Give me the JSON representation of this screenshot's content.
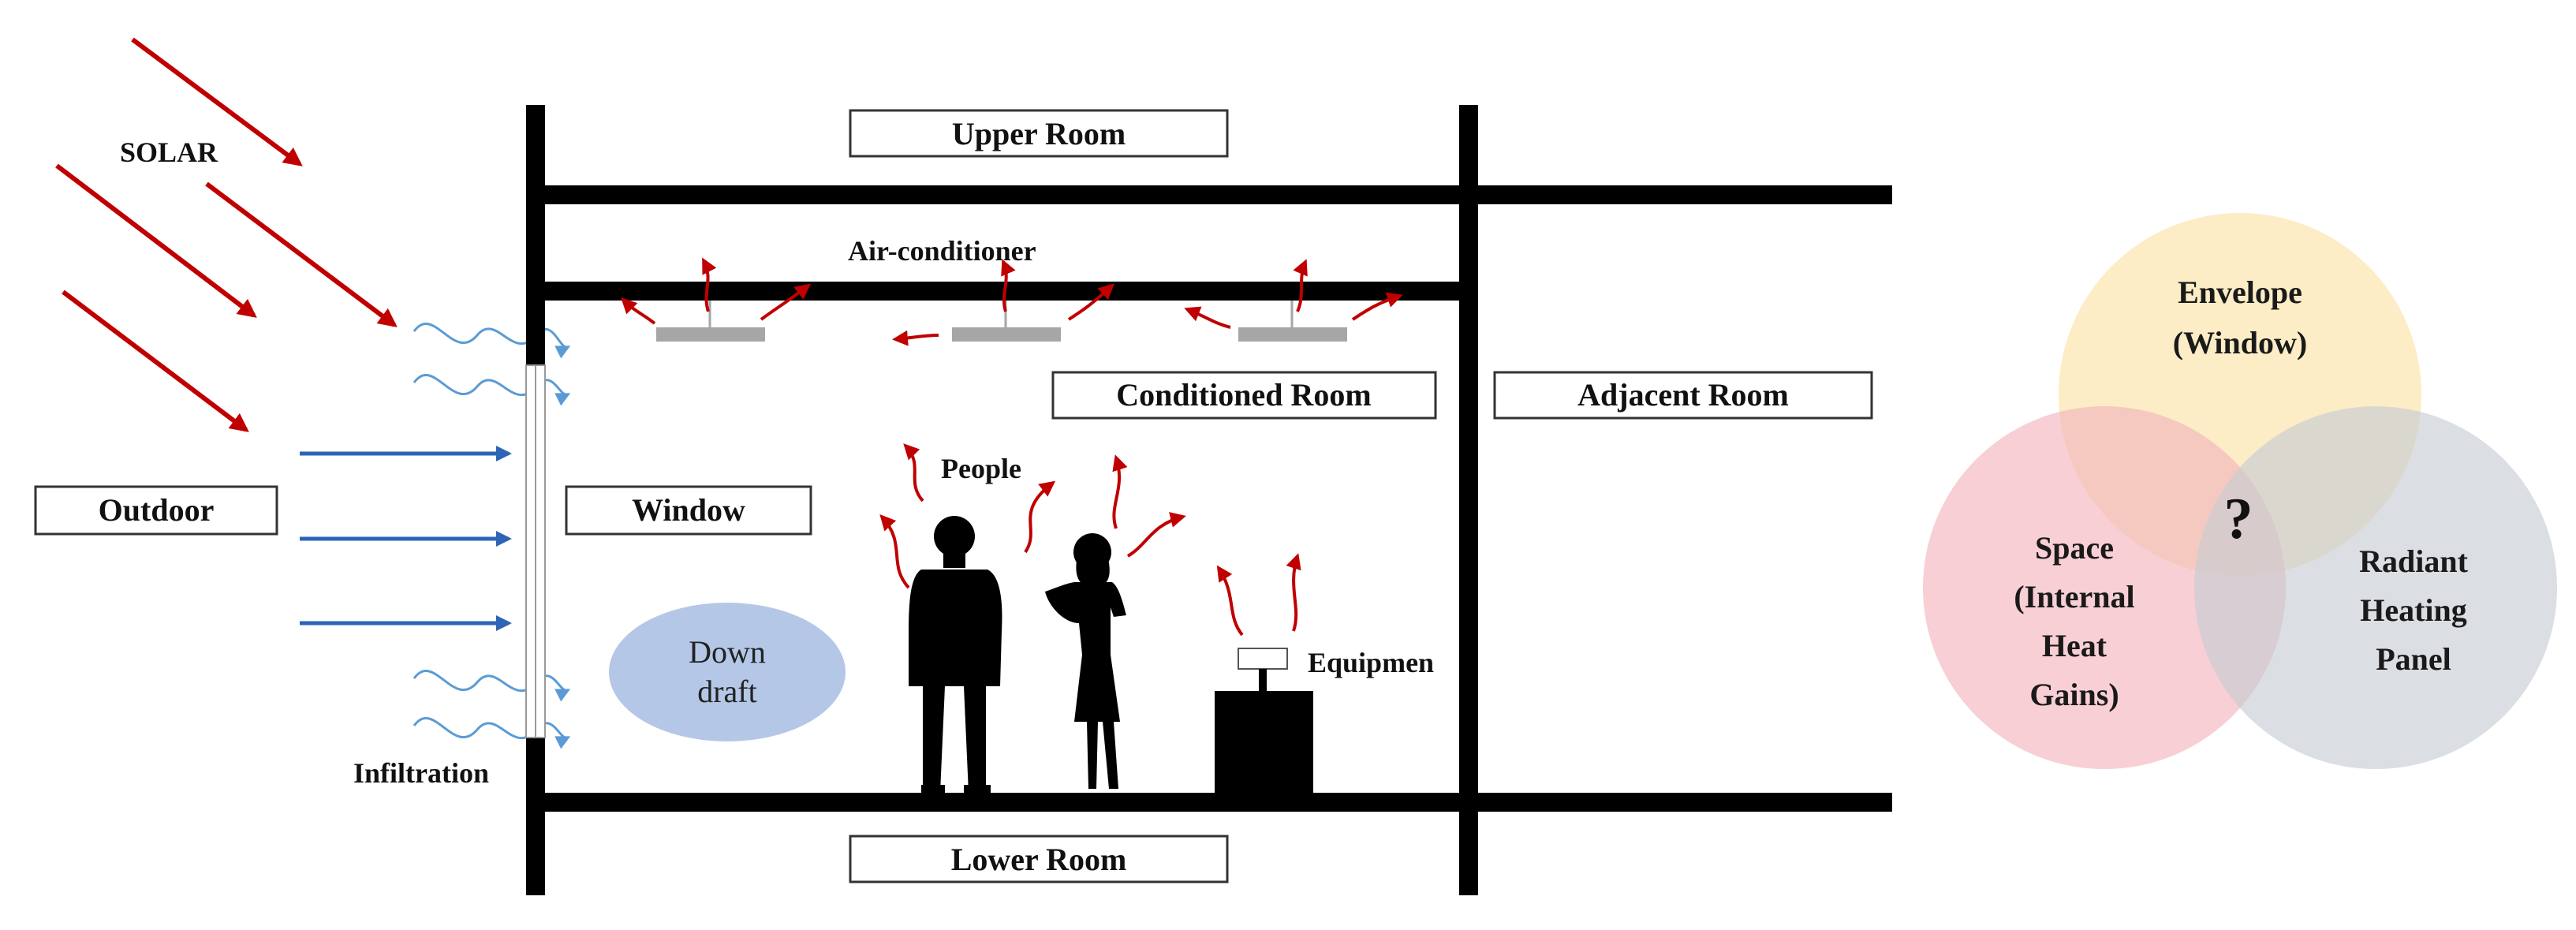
{
  "labels": {
    "solar": "SOLAR",
    "outdoor": "Outdoor",
    "window": "Window",
    "infiltration": "Infiltration",
    "downdraft_line1": "Down",
    "downdraft_line2": "draft",
    "upper_room": "Upper Room",
    "lower_room": "Lower Room",
    "air_conditioner": "Air-conditioner",
    "conditioned_room": "Conditioned  Room",
    "adjacent_room": "Adjacent Room",
    "people": "People",
    "equipment": "Equipmen"
  },
  "venn": {
    "envelope_line1": "Envelope",
    "envelope_line2": "(Window)",
    "space_line1": "Space",
    "space_line2": "(Internal",
    "space_line3": "Heat",
    "space_line4": "Gains)",
    "radiant_line1": "Radiant",
    "radiant_line2": "Heating",
    "radiant_line3": "Panel",
    "intersection": "?"
  },
  "colors": {
    "solar_arrow": "#c00000",
    "heat_arrow": "#c00000",
    "outdoor_arrow": "#2e63b5",
    "infiltration_wave": "#5b9bd5",
    "downdraft": "#b4c7e7",
    "wall": "#000000",
    "ac_unit": "#a6a6a6",
    "venn_envelope": "#fce4a8",
    "venn_space": "#f3b6bd",
    "venn_radiant": "#c8ccd3"
  }
}
